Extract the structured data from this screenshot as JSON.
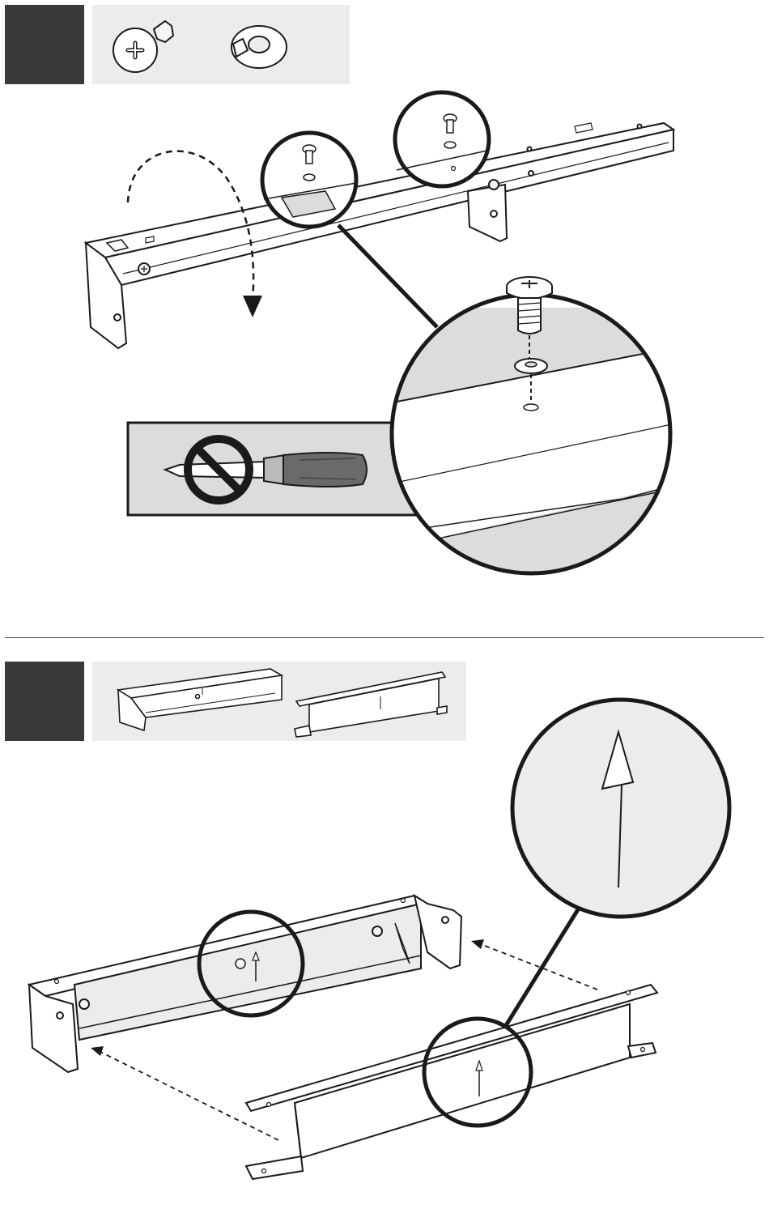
{
  "steps": [
    {
      "parts": [
        "screw",
        "lock-washer"
      ]
    },
    {
      "parts": [
        "side-frame",
        "cross-brace"
      ]
    }
  ],
  "colors": {
    "step_block": "#3a3a3a",
    "parts_panel": "#ececec",
    "detail_fill": "#dcdcdc",
    "line": "#1a1a1a",
    "prohibited": "#1a1a1a"
  },
  "icons": [
    "screw-icon",
    "lock-washer-icon",
    "no-power-tool-icon",
    "direction-arrow-icon"
  ]
}
